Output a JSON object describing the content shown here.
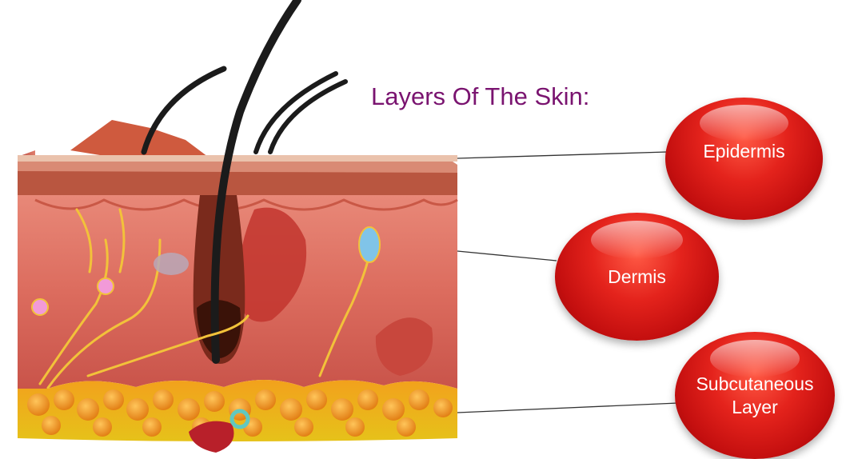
{
  "title": "Layers Of The Skin:",
  "layers": [
    {
      "label": "Epidermis"
    },
    {
      "label": "Dermis"
    },
    {
      "label": "Subcutaneous\nLayer"
    }
  ],
  "colors": {
    "title": "#7a1470",
    "bubble": "#d8191a",
    "bubble_text": "#ffffff",
    "connector": "#333333"
  }
}
